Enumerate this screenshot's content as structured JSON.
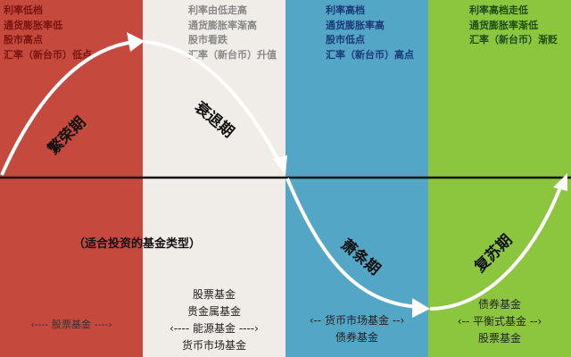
{
  "colors": {
    "boom": "#c5493d",
    "recession": "#f0ece7",
    "depression": "#53a6c5",
    "recovery": "#8cc63f"
  },
  "heading": "（适合投资的基金类型）",
  "phases": [
    {
      "name": "繁荣期",
      "info": [
        "利率低档",
        "通货膨胀率低",
        "股市高点",
        "汇率（新台币）低点"
      ],
      "funds": [
        "股票基金"
      ]
    },
    {
      "name": "衰退期",
      "info": [
        "利率由低走高",
        "通货膨胀率渐高",
        "股市看跌",
        "汇率（新台币）升值"
      ],
      "funds": [
        "股票基金",
        "贵金属基金",
        "能源基金",
        "货币市场基金"
      ]
    },
    {
      "name": "萧条期",
      "info": [
        "利率高档",
        "通货膨胀率高",
        "股市低点",
        "汇率（新台币）高点"
      ],
      "funds": [
        "货币市场基金",
        "债券基金"
      ]
    },
    {
      "name": "复苏期",
      "info": [
        "利率高档走低",
        "通货膨胀率渐低",
        "汇率（新台币）渐贬"
      ],
      "funds": [
        "债券基金",
        "平衡式基金",
        "股票基金"
      ]
    }
  ]
}
